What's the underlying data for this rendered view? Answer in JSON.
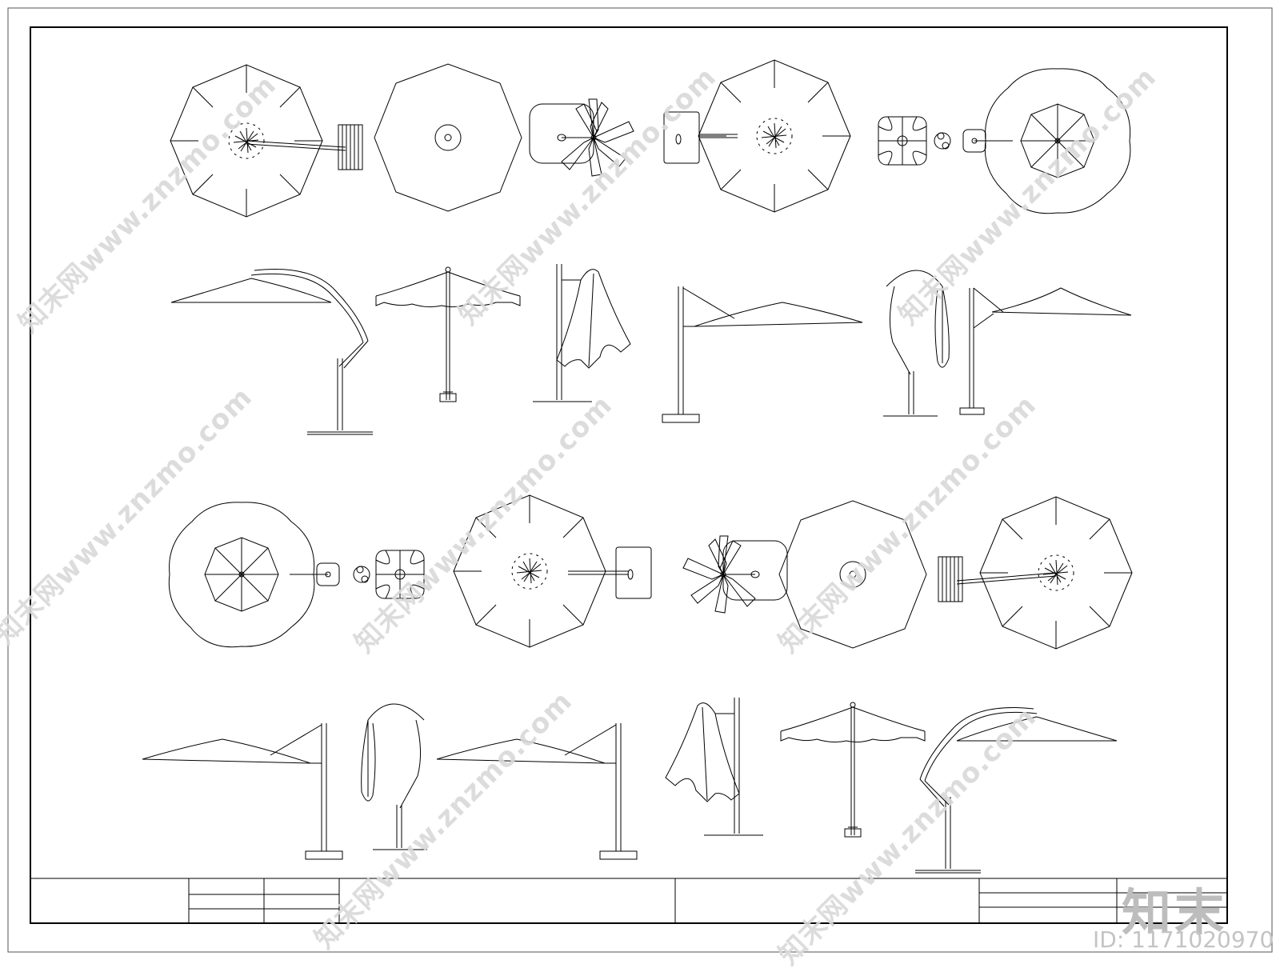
{
  "drawing": {
    "title": "Patio umbrella plan and elevation blocks",
    "stroke_color": "#000000",
    "background_color": "#ffffff",
    "plan_views_row1": [
      {
        "name": "cantilever-octagon-plan-with-base"
      },
      {
        "name": "center-pole-octagon-plan"
      },
      {
        "name": "folded-umbrella-plan"
      },
      {
        "name": "side-post-octagon-plan"
      },
      {
        "name": "cross-base-closed-plan"
      },
      {
        "name": "small-canopy-plan"
      }
    ],
    "elevation_views_row1": [
      {
        "name": "banana-umbrella-elevation"
      },
      {
        "name": "market-umbrella-elevation"
      },
      {
        "name": "folded-side-post-elevation"
      },
      {
        "name": "side-post-umbrella-elevation"
      },
      {
        "name": "folded-banana-elevation"
      },
      {
        "name": "side-post-small-elevation"
      }
    ]
  },
  "title_block": {
    "cells": [
      "",
      "",
      "",
      "",
      "",
      ""
    ]
  },
  "watermark": {
    "text": "知末网www.znzmo.com",
    "color": "#d9d9d9"
  },
  "brand": {
    "logo_text": "知末",
    "id_text": "ID: 1171020970"
  }
}
